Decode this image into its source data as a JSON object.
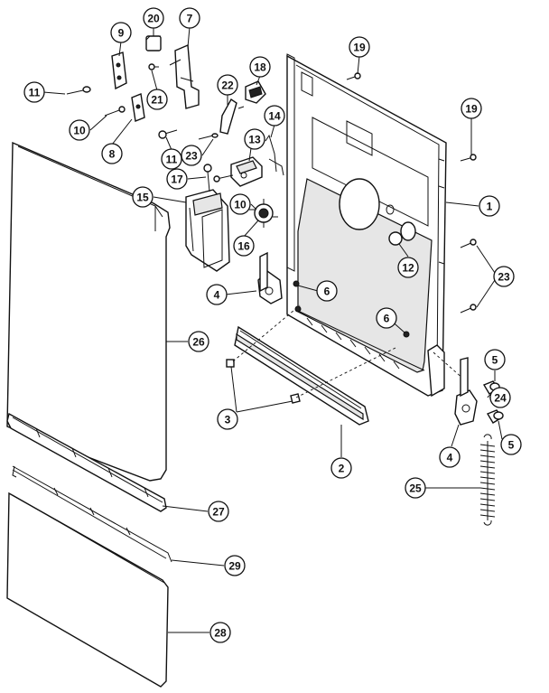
{
  "callouts": [
    {
      "id": "c20",
      "label": "20"
    },
    {
      "id": "c7",
      "label": "7"
    },
    {
      "id": "c9",
      "label": "9"
    },
    {
      "id": "c19a",
      "label": "19"
    },
    {
      "id": "c18",
      "label": "18"
    },
    {
      "id": "c22",
      "label": "22"
    },
    {
      "id": "c11a",
      "label": "11"
    },
    {
      "id": "c21",
      "label": "21"
    },
    {
      "id": "c10a",
      "label": "10"
    },
    {
      "id": "c8",
      "label": "8"
    },
    {
      "id": "c14",
      "label": "14"
    },
    {
      "id": "c19b",
      "label": "19"
    },
    {
      "id": "c11b",
      "label": "11"
    },
    {
      "id": "c13",
      "label": "13"
    },
    {
      "id": "c23a",
      "label": "23"
    },
    {
      "id": "c17",
      "label": "17"
    },
    {
      "id": "c15",
      "label": "15"
    },
    {
      "id": "c10b",
      "label": "10"
    },
    {
      "id": "c1",
      "label": "1"
    },
    {
      "id": "c16",
      "label": "16"
    },
    {
      "id": "c12",
      "label": "12"
    },
    {
      "id": "c23b",
      "label": "23"
    },
    {
      "id": "c4a",
      "label": "4"
    },
    {
      "id": "c6a",
      "label": "6"
    },
    {
      "id": "c6b",
      "label": "6"
    },
    {
      "id": "c26",
      "label": "26"
    },
    {
      "id": "c5a",
      "label": "5"
    },
    {
      "id": "c24",
      "label": "24"
    },
    {
      "id": "c3",
      "label": "3"
    },
    {
      "id": "c5b",
      "label": "5"
    },
    {
      "id": "c4b",
      "label": "4"
    },
    {
      "id": "c2",
      "label": "2"
    },
    {
      "id": "c25",
      "label": "25"
    },
    {
      "id": "c27",
      "label": "27"
    },
    {
      "id": "c29",
      "label": "29"
    },
    {
      "id": "c28",
      "label": "28"
    }
  ]
}
